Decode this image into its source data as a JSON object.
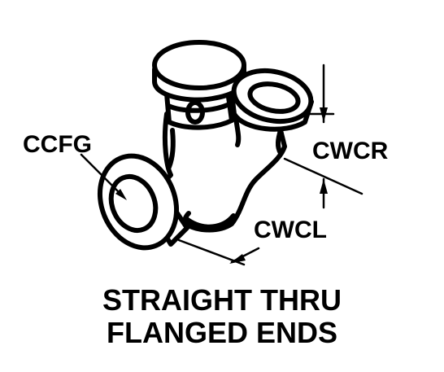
{
  "labels": {
    "ccfg": "CCFG",
    "cwcr": "CWCR",
    "cwcl": "CWCL"
  },
  "caption": {
    "line1": "STRAIGHT THRU",
    "line2": "FLANGED ENDS"
  }
}
